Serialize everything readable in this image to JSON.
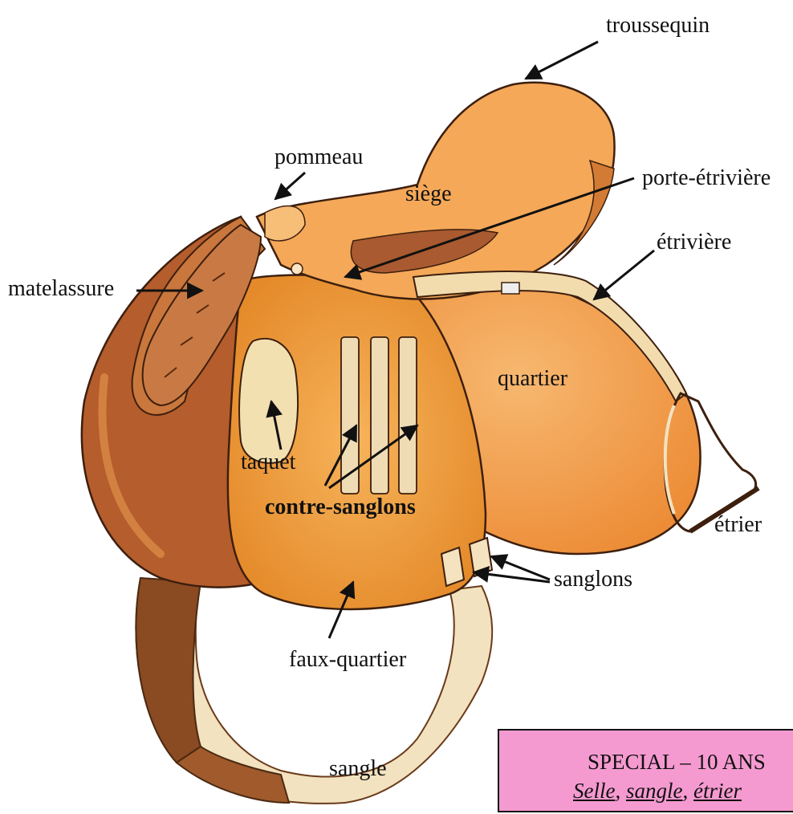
{
  "labels": {
    "troussequin": "troussequin",
    "pommeau": "pommeau",
    "siege": "siège",
    "porte_etriviere": "porte-étrivière",
    "etriviere": "étrivière",
    "matelassure": "matelassure",
    "quartier": "quartier",
    "taquet": "taquet",
    "contre_sanglons": "contre-sanglons",
    "etrier": "étrier",
    "sanglons": "sanglons",
    "faux_quartier": "faux-quartier",
    "sangle": "sangle"
  },
  "notice": {
    "line1": "SPECIAL – 10 ANS",
    "words": [
      "Selle",
      "sangle",
      "étrier"
    ],
    "sep": ", "
  },
  "colors": {
    "leather_light": "#f4a64a",
    "leather_mid": "#e8892a",
    "leather_dark": "#a8552a",
    "strap_cream": "#f3dfb0",
    "notice_bg": "#f59ad0"
  }
}
